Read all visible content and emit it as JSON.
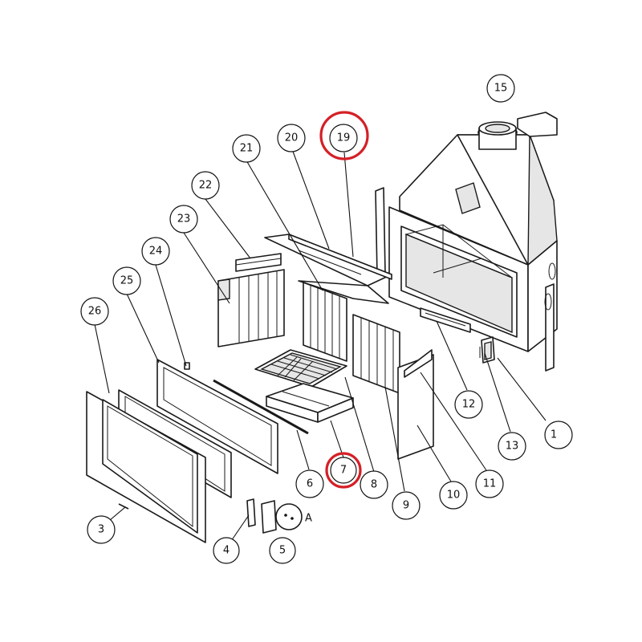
{
  "highlight_color": "#d42027",
  "callouts": [
    {
      "id": "3",
      "label": "3",
      "highlighted": false
    },
    {
      "id": "4",
      "label": "4",
      "highlighted": false
    },
    {
      "id": "5",
      "label": "5",
      "highlighted": false
    },
    {
      "id": "6",
      "label": "6",
      "highlighted": false
    },
    {
      "id": "7",
      "label": "7",
      "highlighted": true
    },
    {
      "id": "8",
      "label": "8",
      "highlighted": false
    },
    {
      "id": "9",
      "label": "9",
      "highlighted": false
    },
    {
      "id": "10",
      "label": "10",
      "highlighted": false
    },
    {
      "id": "11",
      "label": "11",
      "highlighted": false
    },
    {
      "id": "12",
      "label": "12",
      "highlighted": false
    },
    {
      "id": "13",
      "label": "13",
      "highlighted": false
    },
    {
      "id": "1",
      "label": "1",
      "highlighted": false
    },
    {
      "id": "15",
      "label": "15",
      "highlighted": false
    },
    {
      "id": "19",
      "label": "19",
      "highlighted": true
    },
    {
      "id": "20",
      "label": "20",
      "highlighted": false
    },
    {
      "id": "21",
      "label": "21",
      "highlighted": false
    },
    {
      "id": "22",
      "label": "22",
      "highlighted": false
    },
    {
      "id": "23",
      "label": "23",
      "highlighted": false
    },
    {
      "id": "24",
      "label": "24",
      "highlighted": false
    },
    {
      "id": "25",
      "label": "25",
      "highlighted": false
    },
    {
      "id": "26",
      "label": "26",
      "highlighted": false
    }
  ],
  "detail_label": "A"
}
